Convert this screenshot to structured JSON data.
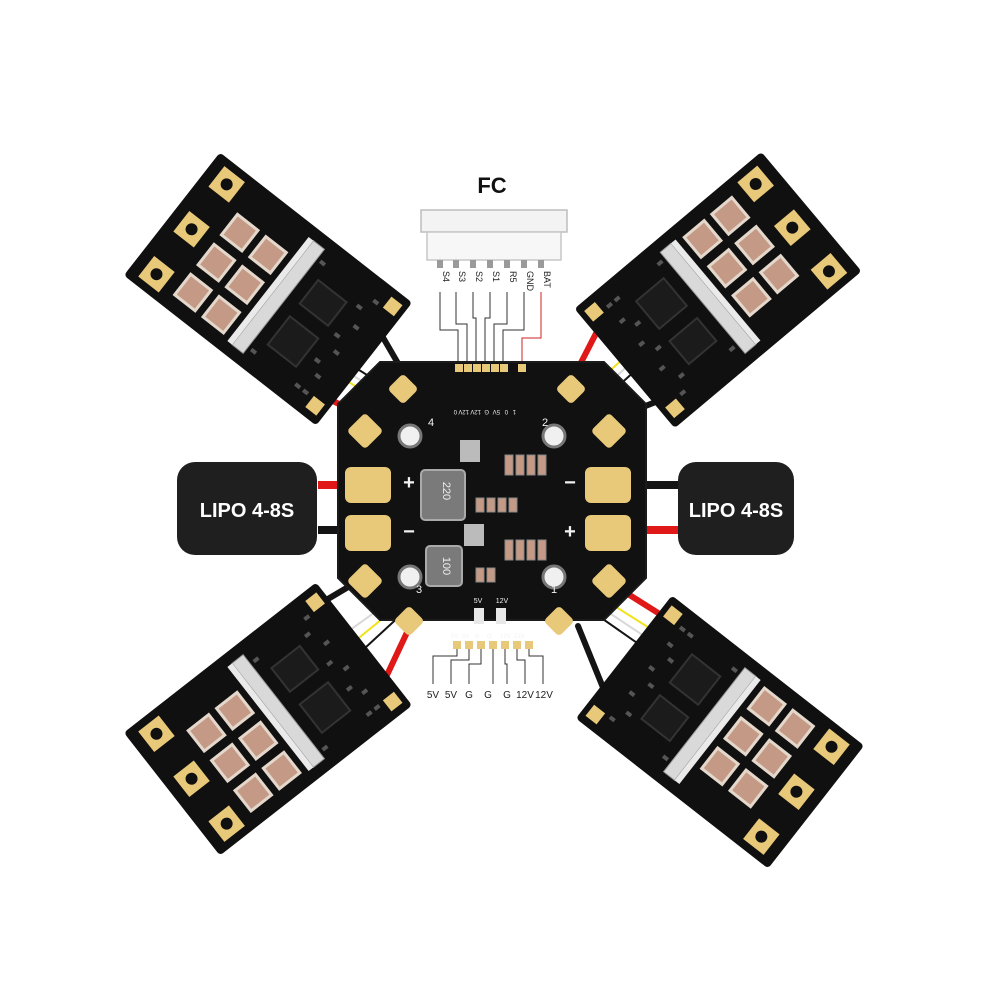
{
  "fc_label": "FC",
  "fc_pins": [
    "S4",
    "S3",
    "S2",
    "S1",
    "R5",
    "GND",
    "BAT"
  ],
  "power_pins": [
    "5V",
    "5V",
    "G",
    "G",
    "G",
    "12V",
    "12V"
  ],
  "battery": {
    "left_label": "LIPO 4-8S",
    "right_label": "LIPO 4-8S"
  },
  "board": {
    "plus": "+",
    "minus": "−",
    "small_5v": "5V",
    "small_12v": "12V",
    "small_pins": [
      "5V",
      "5V",
      "G",
      "G",
      "12V",
      "12V"
    ],
    "top_pins": [
      "1",
      "0",
      "5V",
      "G",
      "12V",
      "12V",
      "0"
    ],
    "inductor_top": "220",
    "inductor_bottom": "100",
    "esc_numbers": [
      "4",
      "2",
      "3",
      "1"
    ]
  },
  "colors": {
    "board": "#111111",
    "pad": "#e8c879",
    "wire_red": "#e01818",
    "wire_black": "#141414",
    "wire_yellow": "#f2e21c",
    "wire_white": "#d8d8d8",
    "battery": "#1f1f1f",
    "component": "#c49a86"
  }
}
